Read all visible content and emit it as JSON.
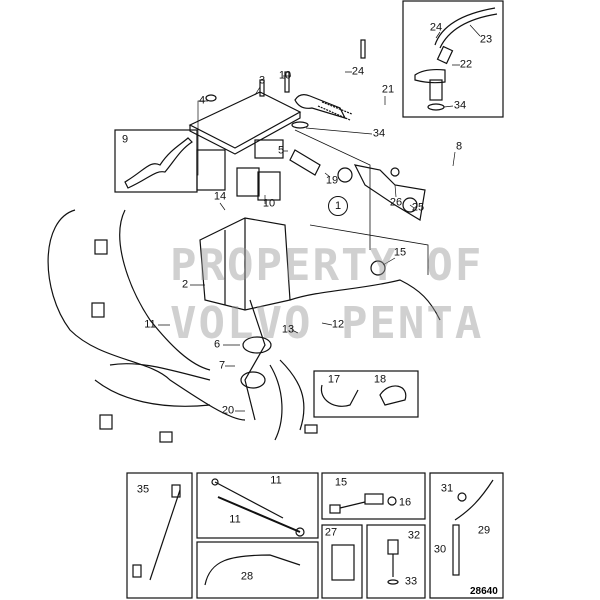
{
  "diagram": {
    "watermark": [
      "PROPERTY OF",
      "VOLVO PENTA"
    ],
    "reference_number": "28640",
    "callouts": {
      "inset_top_right": [
        "24",
        "23",
        "22",
        "34"
      ],
      "main": [
        "10",
        "24",
        "3",
        "4",
        "21",
        "34",
        "9",
        "5",
        "8",
        "19",
        "14",
        "10",
        "1",
        "26",
        "25",
        "15",
        "2",
        "11",
        "13",
        "12",
        "6",
        "7",
        "17",
        "18",
        "20"
      ],
      "bottom_panels": [
        "35",
        "11",
        "11",
        "15",
        "16",
        "31",
        "29",
        "27",
        "32",
        "28",
        "30",
        "33"
      ]
    }
  }
}
